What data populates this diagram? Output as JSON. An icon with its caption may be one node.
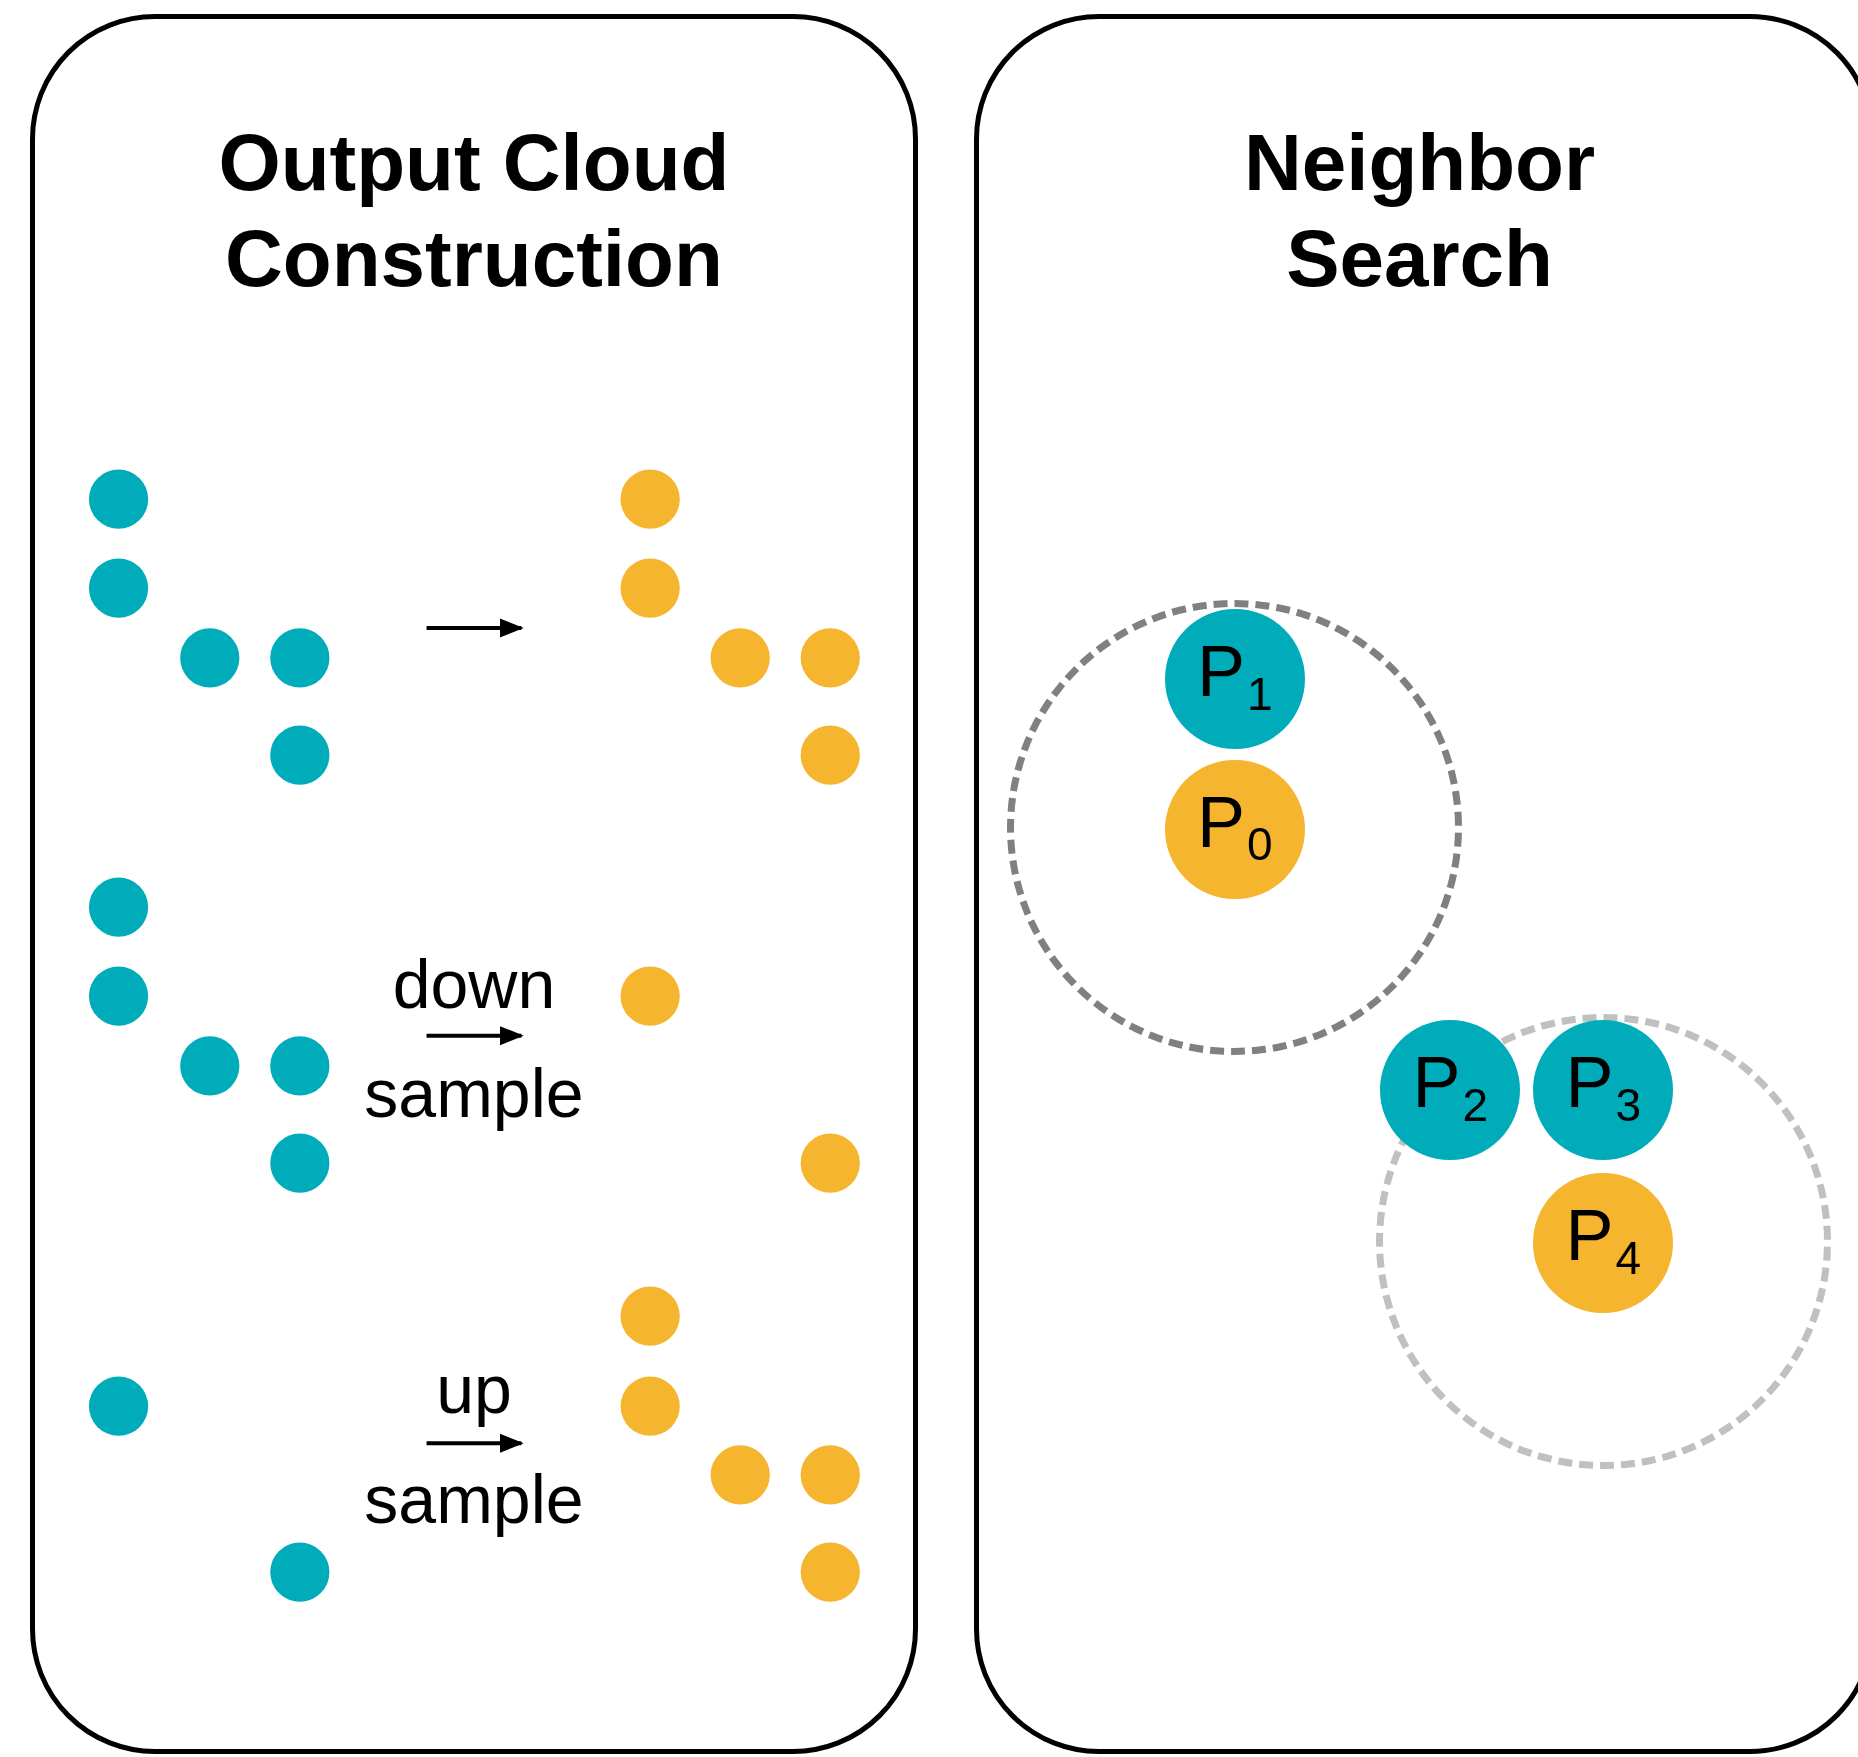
{
  "diagram": {
    "nodes": [
      {
        "text": [
          "Output Cloud Construction"
        ]
      },
      {
        "text": [],
        "shape": "picture",
        "in": 0
      },
      {
        "text": [],
        "shape": "picture",
        "in": 0
      },
      {
        "text": [],
        "shape": "picture",
        "in": 0
      },
      {
        "text": [],
        "shape": "picture",
        "in": 0
      },
      {
        "text": [],
        "shape": "picture",
        "in": 0
      },
      {
        "text": [],
        "shape": "picture",
        "in": 0
      },
      {
        "text": [
          "Neighbor Search"
        ]
      },
      {
        "text": [],
        "shape": "circle",
        "in": 7
      },
      {
        "text": [
          "P$_{1}$"
        ],
        "in": 8
      },
      {
        "text": [
          "P$_{0}$"
        ],
        "in": 8
      },
      {
        "text": [],
        "shape": "circle",
        "in": 7
      },
      {
        "text": [
          "P$_{2}$"
        ],
        "in": 11
      },
      {
        "text": [
          "P$_{3}$"
        ],
        "in": 11
      },
      {
        "text": [
          "P$_{4}$"
        ],
        "in": 11
      }
    ],
    "edges": [
      {
        "from": 1,
        "to": 2,
        "arrow": "to"
      },
      {
        "from": 3,
        "to": 4,
        "arrow": "to"
      },
      {
        "from": 5,
        "to": 6,
        "arrow": "to"
      }
    ],
    "labels": [
      "down",
      "sample",
      "up",
      "sample"
    ]
  }
}
